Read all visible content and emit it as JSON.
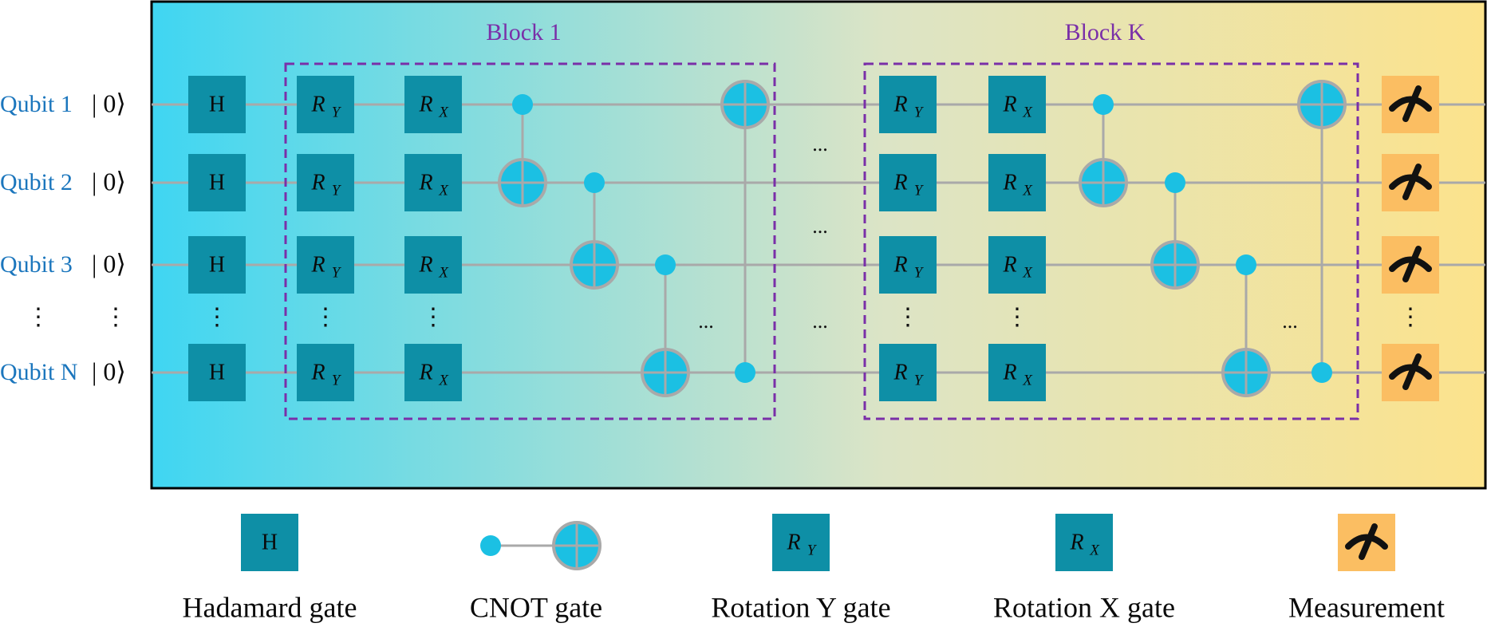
{
  "blocks": [
    {
      "label": "Block 1"
    },
    {
      "label": "Block K"
    }
  ],
  "qubits": [
    {
      "name": "Qubit 1",
      "state": "| 0⟩"
    },
    {
      "name": "Qubit 2",
      "state": "| 0⟩"
    },
    {
      "name": "Qubit 3",
      "state": "| 0⟩"
    },
    {
      "name": "Qubit N",
      "state": "| 0⟩"
    }
  ],
  "gates": {
    "hadamard": "H",
    "ry": {
      "base": "R",
      "sub": "Y"
    },
    "rx": {
      "base": "R",
      "sub": "X"
    }
  },
  "ellipsis_vertical": "⋮",
  "ellipsis_horizontal": "...",
  "legend": [
    {
      "kind": "hadamard",
      "label": "Hadamard gate"
    },
    {
      "kind": "cnot",
      "label": "CNOT gate"
    },
    {
      "kind": "ry",
      "label": "Rotation Y gate"
    },
    {
      "kind": "rx",
      "label": "Rotation X gate"
    },
    {
      "kind": "measure",
      "label": "Measurement"
    }
  ],
  "colors": {
    "gate_fill": "#0E8FA6",
    "cnot_fill": "#1BC0E3",
    "measure_fill": "#FBBE62",
    "wire": "#A9A9A9",
    "block_border": "#7A2FA8",
    "block_label": "#7A2FA8",
    "qubit_label": "#1B76BD",
    "gradient_start": "#3FD6F2",
    "gradient_mid": "#DCE4C6",
    "gradient_end": "#FCE38C"
  }
}
